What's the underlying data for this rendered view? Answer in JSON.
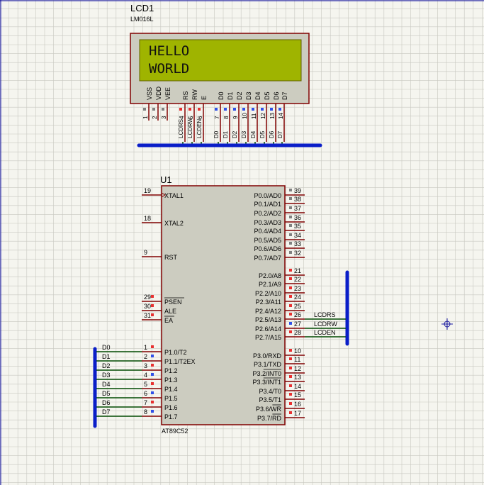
{
  "lcd": {
    "ref": "LCD1",
    "model": "LM016L",
    "line1": "HELLO",
    "line2": "WORLD",
    "pins": [
      {
        "label": "VSS",
        "num": "1"
      },
      {
        "label": "VDD",
        "num": "2"
      },
      {
        "label": "VEE",
        "num": "3"
      },
      {
        "label": "RS",
        "num": "4",
        "net": "LCDRS"
      },
      {
        "label": "RW",
        "num": "5",
        "net": "LCDRW"
      },
      {
        "label": "E",
        "num": "6",
        "net": "LCDEN"
      },
      {
        "label": "D0",
        "num": "7",
        "net": "D0"
      },
      {
        "label": "D1",
        "num": "8",
        "net": "D1"
      },
      {
        "label": "D2",
        "num": "9",
        "net": "D2"
      },
      {
        "label": "D3",
        "num": "10",
        "net": "D3"
      },
      {
        "label": "D4",
        "num": "11",
        "net": "D4"
      },
      {
        "label": "D5",
        "num": "12",
        "net": "D5"
      },
      {
        "label": "D6",
        "num": "13",
        "net": "D6"
      },
      {
        "label": "D7",
        "num": "14",
        "net": "D7"
      }
    ]
  },
  "mcu": {
    "ref": "U1",
    "model": "AT89C52",
    "left_pins": [
      {
        "num": "19",
        "label": "XTAL1"
      },
      {
        "num": "18",
        "label": "XTAL2"
      },
      {
        "num": "9",
        "label": "RST"
      },
      {
        "num": "29",
        "label": "PSEN"
      },
      {
        "num": "30",
        "label": "ALE"
      },
      {
        "num": "31",
        "label": "EA"
      },
      {
        "num": "1",
        "label": "P1.0/T2",
        "net": "D0"
      },
      {
        "num": "2",
        "label": "P1.1/T2EX",
        "net": "D1"
      },
      {
        "num": "3",
        "label": "P1.2",
        "net": "D2"
      },
      {
        "num": "4",
        "label": "P1.3",
        "net": "D3"
      },
      {
        "num": "5",
        "label": "P1.4",
        "net": "D4"
      },
      {
        "num": "6",
        "label": "P1.5",
        "net": "D5"
      },
      {
        "num": "7",
        "label": "P1.6",
        "net": "D6"
      },
      {
        "num": "8",
        "label": "P1.7",
        "net": "D7"
      }
    ],
    "right_pins": [
      {
        "num": "39",
        "label": "P0.0/AD0"
      },
      {
        "num": "38",
        "label": "P0.1/AD1"
      },
      {
        "num": "37",
        "label": "P0.2/AD2"
      },
      {
        "num": "36",
        "label": "P0.3/AD3"
      },
      {
        "num": "35",
        "label": "P0.4/AD4"
      },
      {
        "num": "34",
        "label": "P0.5/AD5"
      },
      {
        "num": "33",
        "label": "P0.6/AD6"
      },
      {
        "num": "32",
        "label": "P0.7/AD7"
      },
      {
        "num": "21",
        "label": "P2.0/A8"
      },
      {
        "num": "22",
        "label": "P2.1/A9"
      },
      {
        "num": "23",
        "label": "P2.2/A10"
      },
      {
        "num": "24",
        "label": "P2.3/A11"
      },
      {
        "num": "25",
        "label": "P2.4/A12"
      },
      {
        "num": "26",
        "label": "P2.5/A13",
        "net": "LCDRS"
      },
      {
        "num": "27",
        "label": "P2.6/A14",
        "net": "LCDRW"
      },
      {
        "num": "28",
        "label": "P2.7/A15",
        "net": "LCDEN"
      },
      {
        "num": "10",
        "label": "P3.0/RXD"
      },
      {
        "num": "11",
        "label": "P3.1/TXD"
      },
      {
        "num": "12",
        "label": "P3.2/INT0"
      },
      {
        "num": "13",
        "label": "P3.3/INT1"
      },
      {
        "num": "14",
        "label": "P3.4/T0"
      },
      {
        "num": "15",
        "label": "P3.5/T1"
      },
      {
        "num": "16",
        "label": "P3.6/WR"
      },
      {
        "num": "17",
        "label": "P3.7/RD"
      }
    ]
  },
  "colors": {
    "background": "#f5f5ef",
    "grid": "#c8c8c0",
    "component_body": "#ccccc0",
    "component_outline": "#800000",
    "lcd_screen": "#9fb400",
    "wire": "#004a00",
    "bus": "#0a1ec8",
    "pin_label": "#000000",
    "pin_high": "#e83030",
    "pin_low": "#3050e8",
    "pin_float": "#808080"
  },
  "icons": {
    "cursor": "crosshair-icon"
  }
}
